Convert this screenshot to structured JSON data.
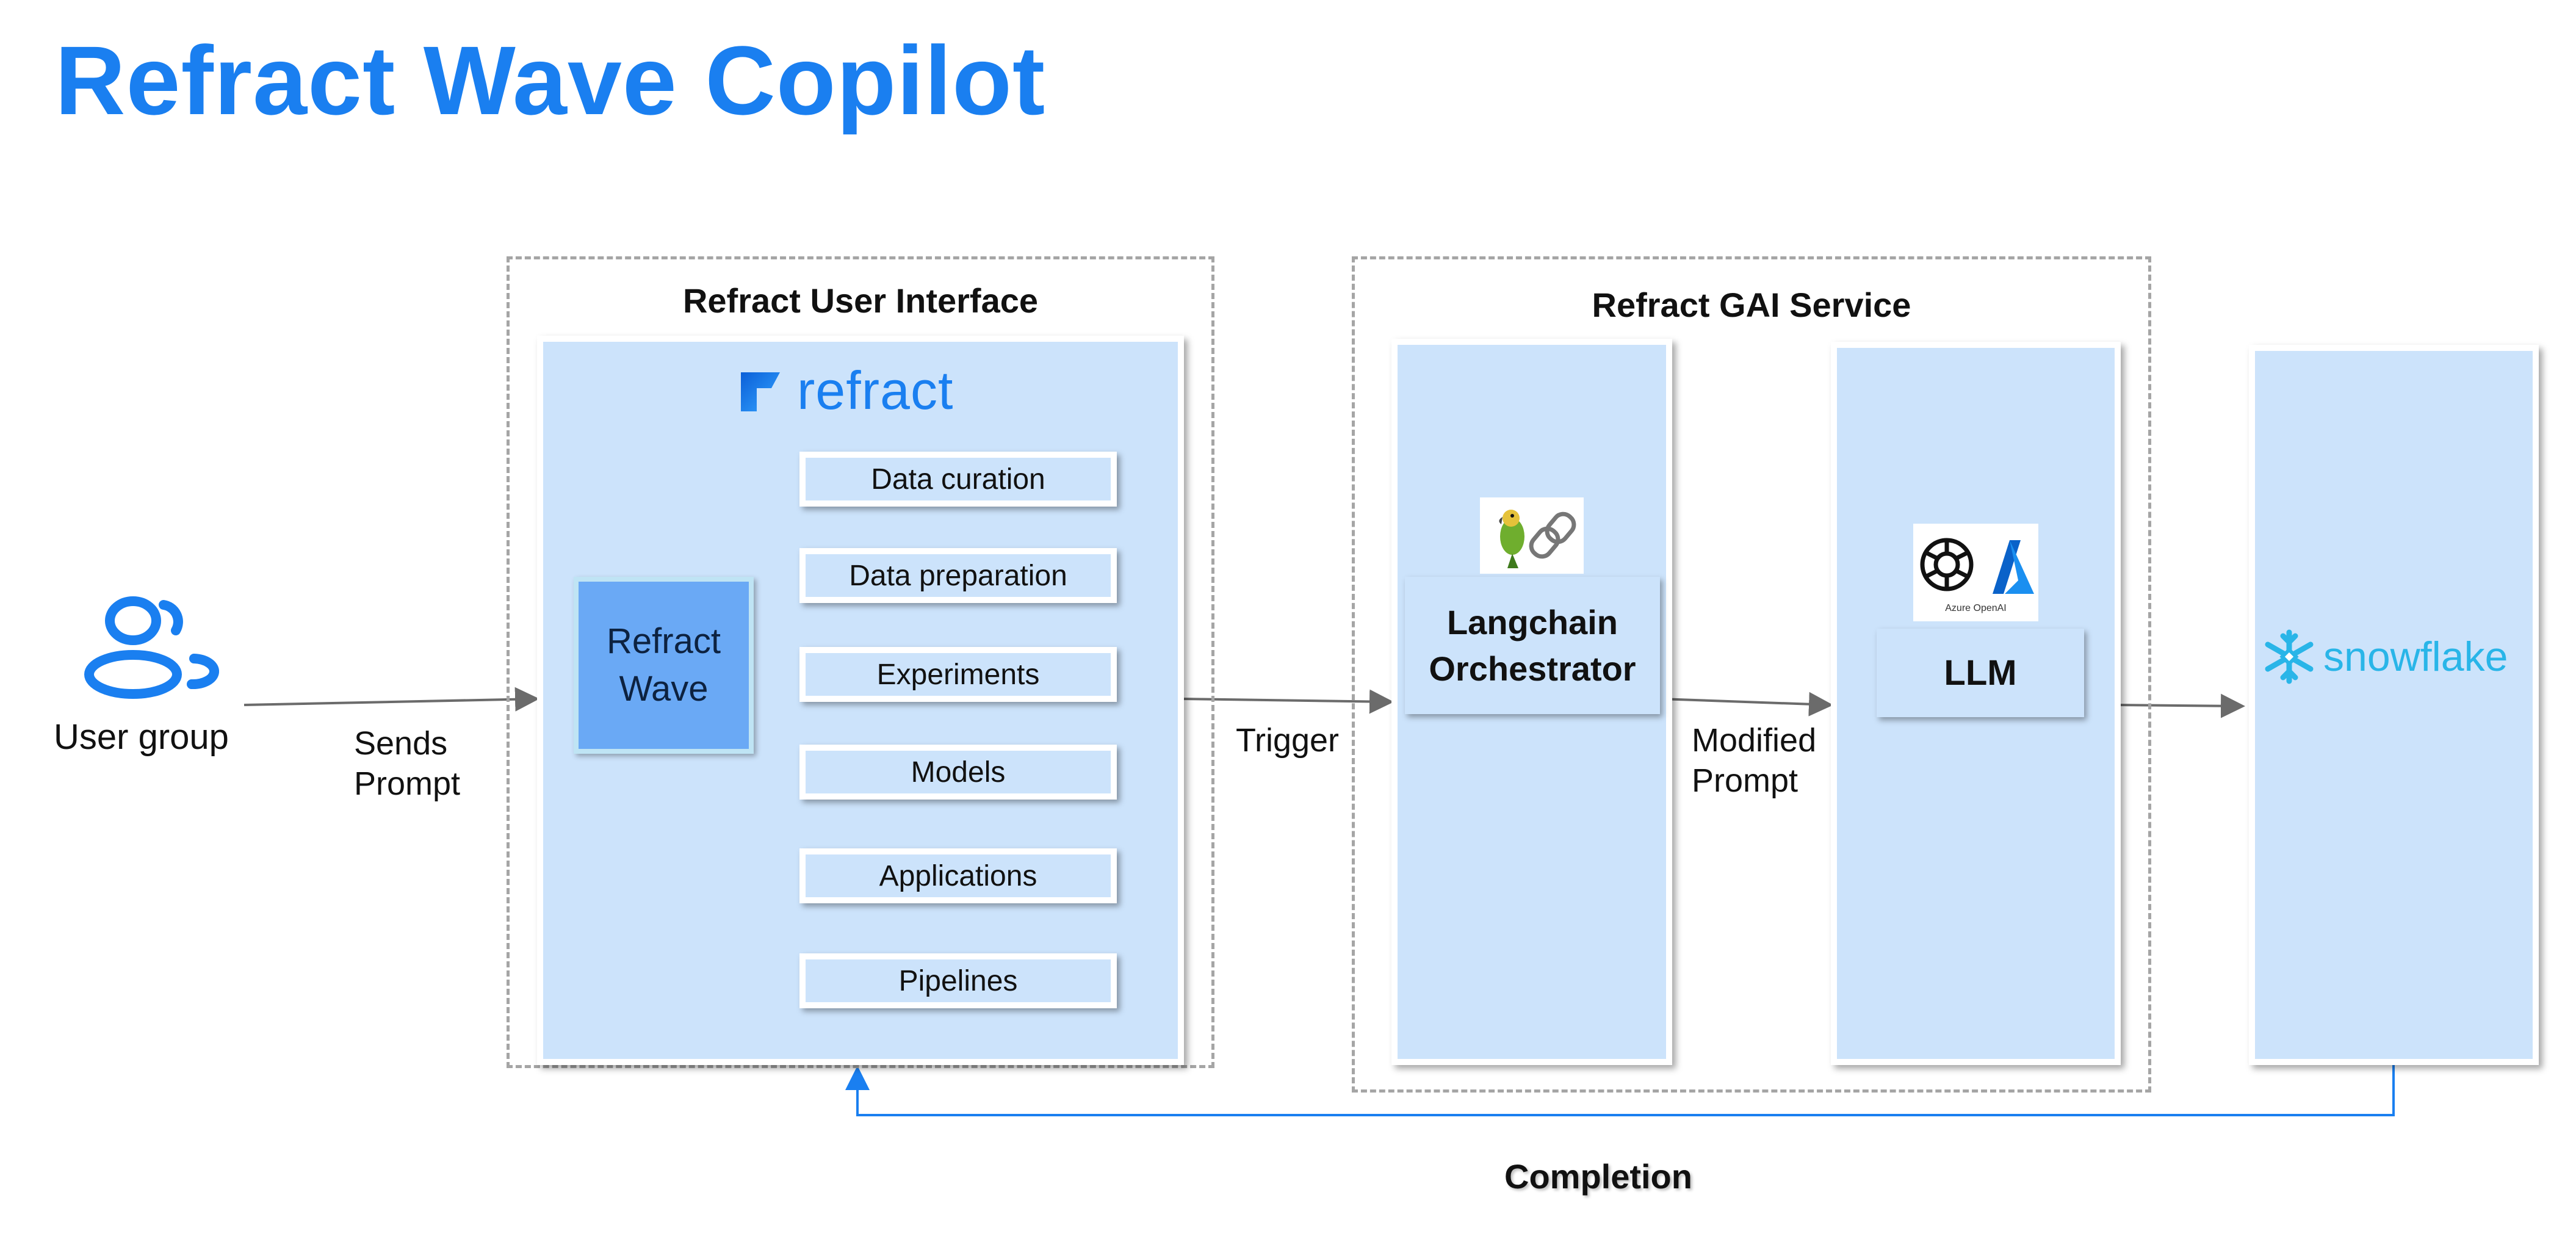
{
  "title": "Refract Wave Copilot",
  "user_group": {
    "label": "User group"
  },
  "sends_prompt": [
    "Sends",
    "Prompt"
  ],
  "ui_group": {
    "label": "Refract User Interface",
    "logo_text": "refract",
    "wave_box": [
      "Refract",
      "Wave"
    ],
    "menu_items": [
      "Data curation",
      "Data preparation",
      "Experiments",
      "Models",
      "Applications",
      "Pipelines"
    ]
  },
  "trigger": "Trigger",
  "gai_group": {
    "label": "Refract GAI Service",
    "langchain": [
      "Langchain",
      "Orchestrator"
    ],
    "modified_prompt": [
      "Modified",
      "Prompt"
    ],
    "llm": "LLM",
    "azure_logo_text": "Azure OpenAI"
  },
  "snowflake": {
    "logo_text": "snowflake"
  },
  "completion": "Completion",
  "colors": {
    "title": "#1a7ff0",
    "panel": "#cce3fb",
    "wave": "#6aa9f5",
    "snowflake": "#29b5e8",
    "completion_line": "#1a7ff0"
  }
}
